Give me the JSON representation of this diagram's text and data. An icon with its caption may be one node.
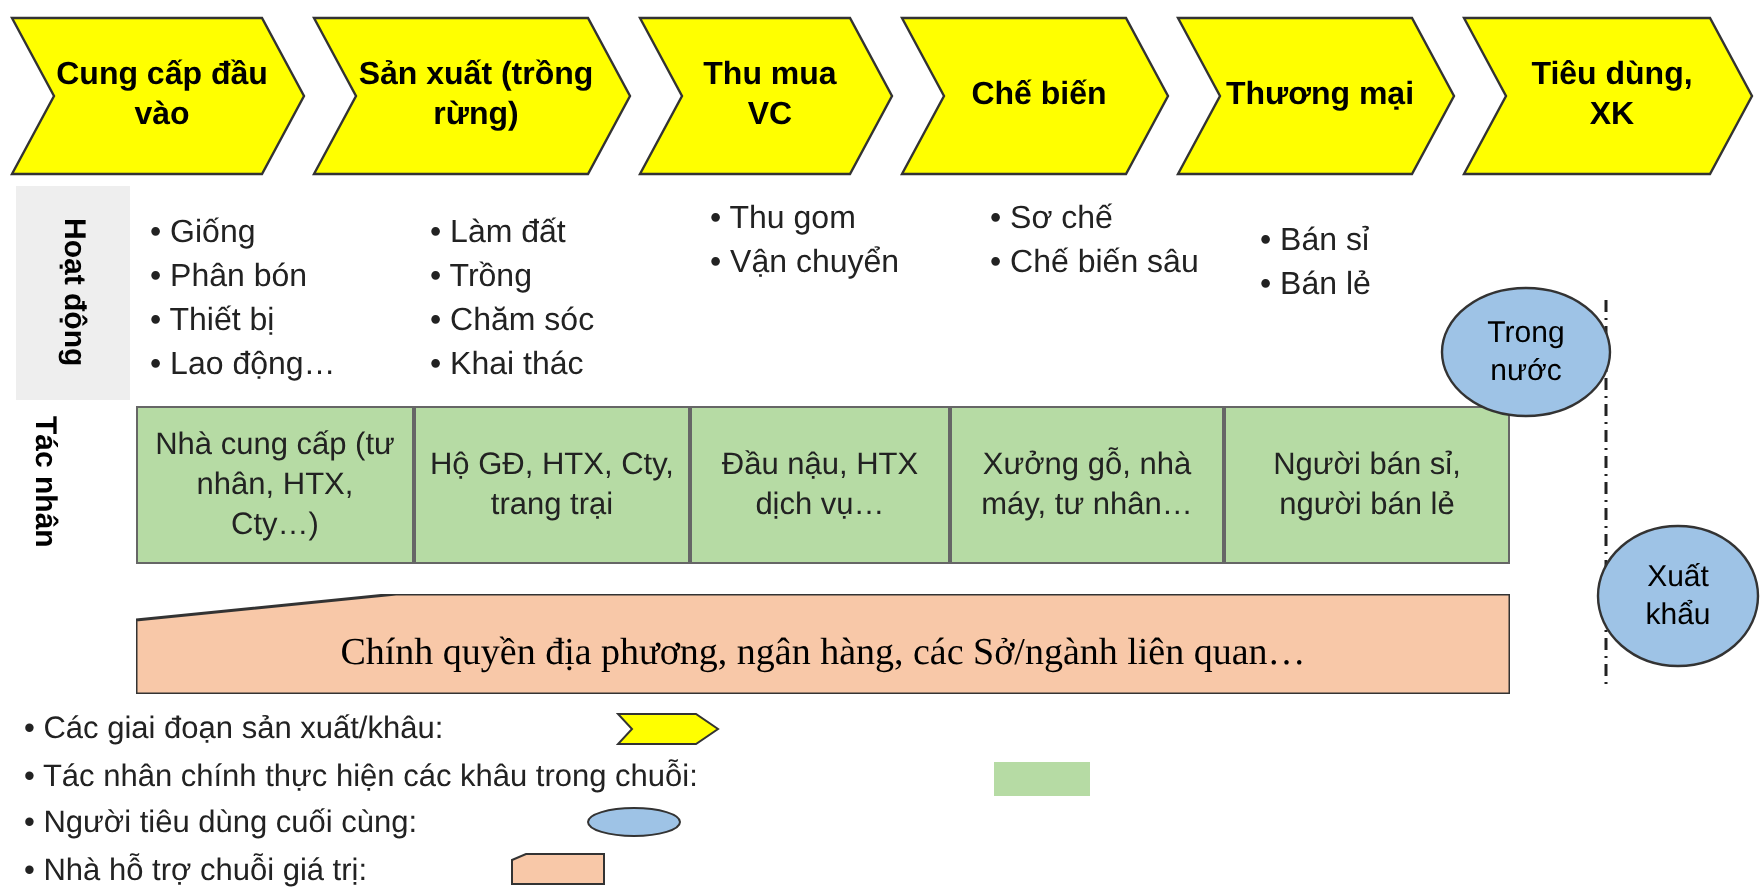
{
  "diagram": {
    "nodes": [
      {
        "text": [
          "Cung cấp đầu vào"
        ]
      },
      {
        "text": [
          "Sản xuất (trồng rừng)"
        ]
      },
      {
        "text": [
          "Thu mua VC"
        ]
      },
      {
        "text": [
          "Chế biến"
        ]
      },
      {
        "text": [
          "Thương mại"
        ]
      },
      {
        "text": [
          "Tiêu dùng, XK"
        ]
      },
      {
        "text": [
          "Hoạt động"
        ]
      },
      {
        "text": [
          "Nhà cung cấp (tư nhân, HTX, Cty…)"
        ]
      },
      {
        "text": [
          "Hộ GĐ, HTX, Cty, trang trại"
        ]
      },
      {
        "text": [
          "Đầu nậu, HTX dịch vụ…"
        ]
      },
      {
        "text": [
          "Xưởng gỗ, nhà máy, tư nhân…"
        ]
      },
      {
        "text": [
          "Người bán sỉ, người bán lẻ"
        ]
      },
      {
        "text": [
          "Chính quyền địa phương, ngân hàng, các Sở/ngành liên quan…"
        ]
      },
      {
        "text": [
          "Trong nước"
        ]
      },
      {
        "text": [
          "Xuất khẩu"
        ]
      }
    ],
    "labels": [
      "• Giống",
      "• Phân bón",
      "• Thiết bị",
      "• Lao động…",
      "• Làm đất",
      "• Trồng",
      "• Chăm sóc",
      "• Khai thác",
      "• Thu gom",
      "• Vận chuyển",
      "• Sơ chế",
      "• Chế biến sâu",
      "• Bán sỉ",
      "• Bán lẻ",
      "Tác nhân"
    ],
    "legend": [
      {
        "text": "• Các giai đoạn sản xuất/khâu:"
      },
      {
        "text": "• Tác nhân chính thực hiện các khâu trong chuỗi:",
        "color": "#b6dba4"
      },
      {
        "text": "• Người tiêu dùng cuối cùng:"
      },
      {
        "text": "• Nhà hỗ trợ chuỗi giá trị:"
      }
    ]
  }
}
